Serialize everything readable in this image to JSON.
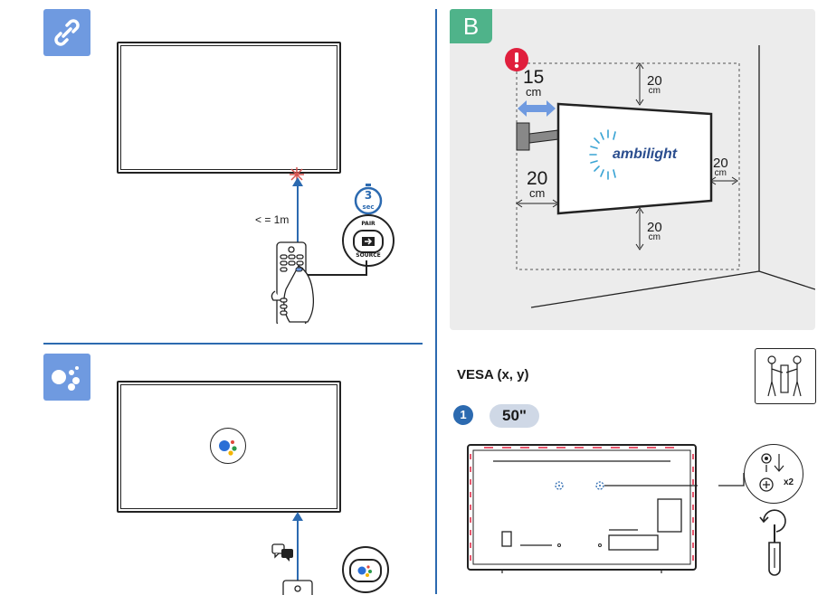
{
  "section_a": {
    "icon": "link-icon",
    "distance_label": "< = 1m",
    "timer": {
      "value": "3",
      "unit": "sec"
    },
    "remote_button": {
      "top_label": "PAIR",
      "bottom_label": "SOURCE"
    }
  },
  "section_google": {
    "icon": "google-assistant-icon",
    "voice_icon": "speech-bubbles-icon"
  },
  "section_b": {
    "badge": "B",
    "warning_icon": "warning-icon",
    "distances": {
      "top": {
        "value": "20",
        "unit": "cm"
      },
      "bottom": {
        "value": "20",
        "unit": "cm"
      },
      "right": {
        "value": "20",
        "unit": "cm"
      },
      "left": {
        "value": "20",
        "unit": "cm"
      },
      "swivel": {
        "value": "15",
        "unit": "cm"
      }
    },
    "logo_text": "ambilight"
  },
  "vesa": {
    "title": "VESA (x, y)",
    "step_number": "1",
    "size": "50\"",
    "screw_count": "x2",
    "two_person_icon": "two-person-lift-icon",
    "screwdriver_icon": "screwdriver-icon"
  }
}
